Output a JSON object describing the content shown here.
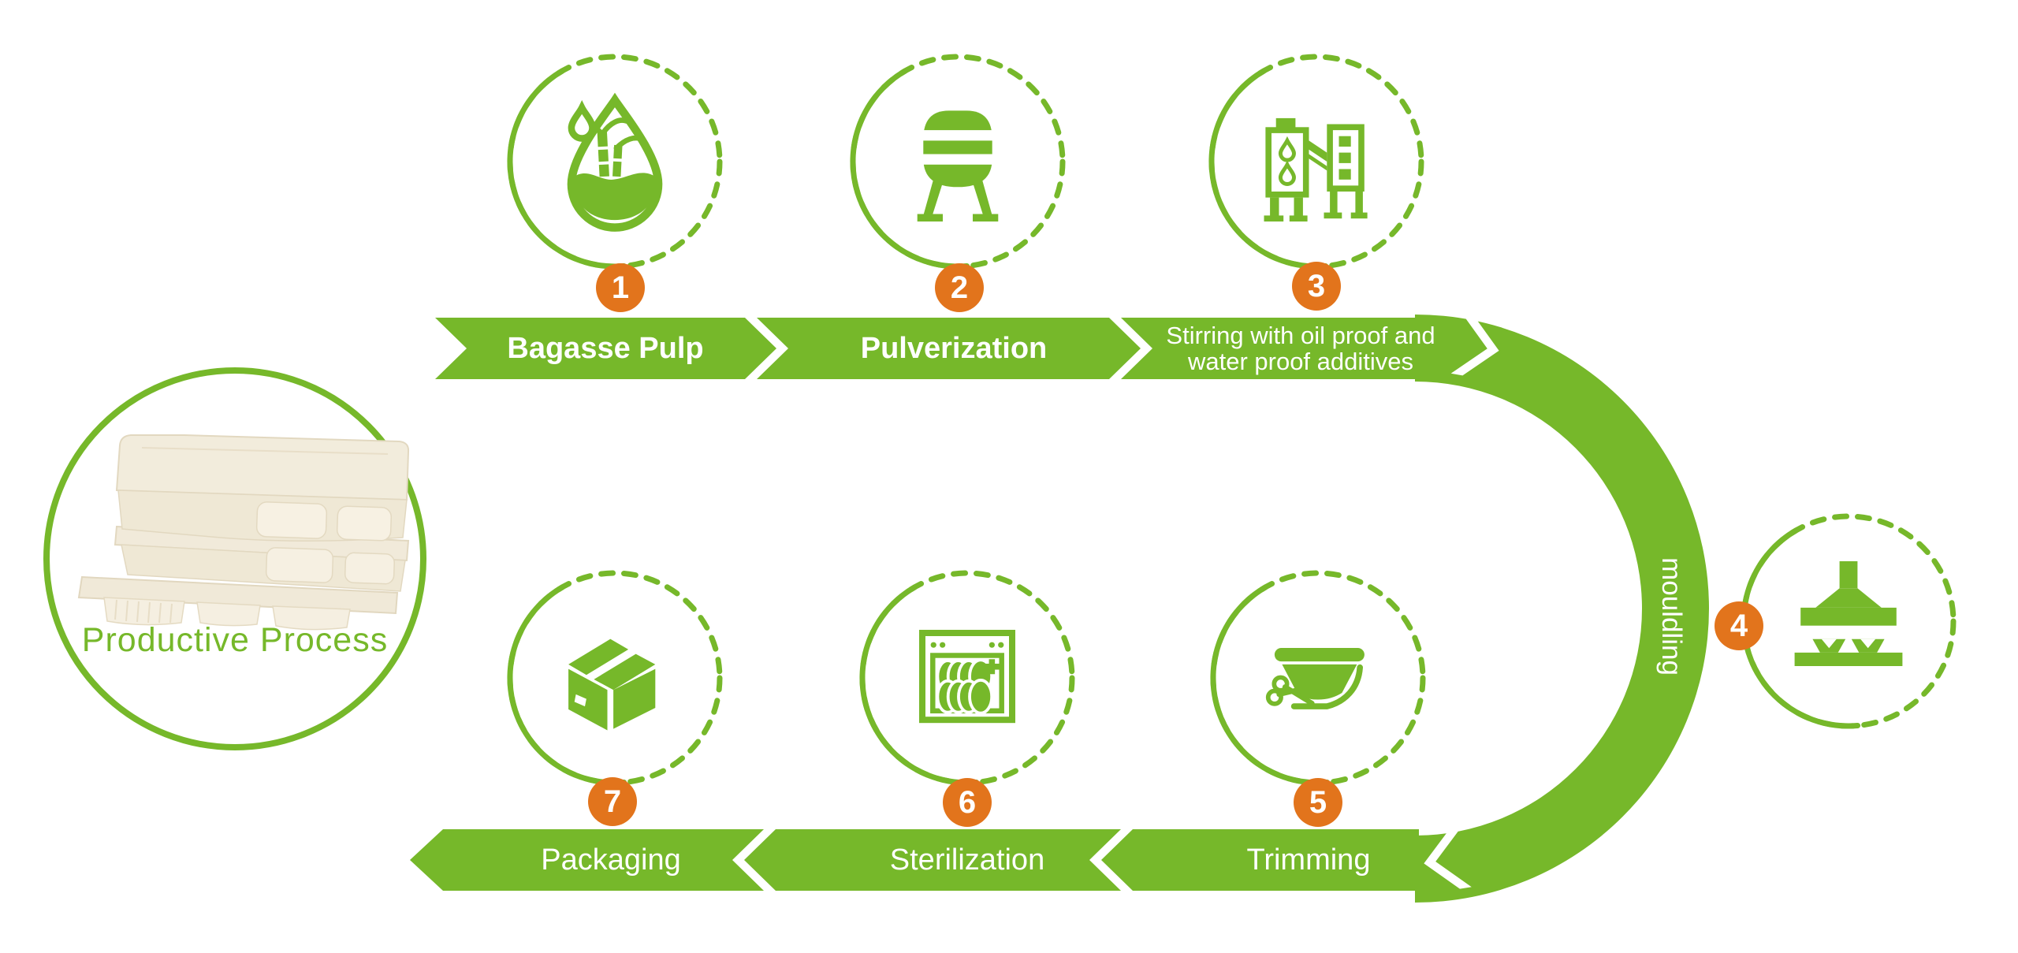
{
  "title": {
    "text": "Productive Process"
  },
  "colors": {
    "green": "#76B82A",
    "orange": "#E2741C",
    "banner_text": "#FFFFFF",
    "cream": "#F2ECDC"
  },
  "curve_label": "mouldling",
  "steps": [
    {
      "number": "1",
      "label": "Bagasse Pulp",
      "icon": "bagasse-pulp-drop-icon"
    },
    {
      "number": "2",
      "label": "Pulverization",
      "icon": "pulverization-mixer-icon"
    },
    {
      "number": "3",
      "label_line1": "Stirring with oil proof and",
      "label_line2": "water proof additives",
      "icon": "stirring-machine-icon"
    },
    {
      "number": "4",
      "label": "mouldling",
      "icon": "moulding-press-icon"
    },
    {
      "number": "5",
      "label": "Trimming",
      "icon": "trimming-scissors-bowl-icon"
    },
    {
      "number": "6",
      "label": "Sterilization",
      "icon": "sterilization-oven-icon"
    },
    {
      "number": "7",
      "label": "Packaging",
      "icon": "packaging-box-icon"
    }
  ]
}
